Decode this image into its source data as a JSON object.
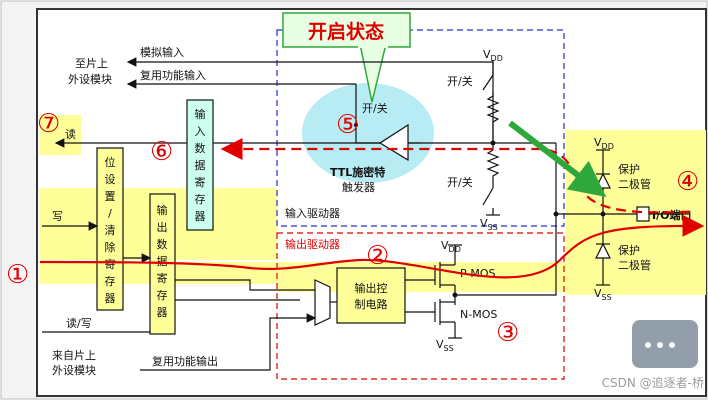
{
  "title_callout": "开启状态",
  "labels": {
    "chip_peripheral_top": [
      "至片上",
      "外设模块"
    ],
    "analog_input": "模拟输入",
    "alt_func_input": "复用功能输入",
    "read": "读",
    "write": "写",
    "read_write": "读/写",
    "chip_peripheral_bottom": [
      "来自片上",
      "外设模块"
    ],
    "alt_func_output": "复用功能输出",
    "input_data_reg": [
      "输",
      "入",
      "数",
      "据",
      "寄",
      "存",
      "器"
    ],
    "bit_set_clear_reg": [
      "位",
      "设",
      "置",
      "/",
      "清",
      "除",
      "寄",
      "存",
      "器"
    ],
    "output_data_reg": [
      "输",
      "出",
      "数",
      "据",
      "寄",
      "存",
      "器"
    ],
    "switch_ttl": "开/关",
    "ttl_trigger": [
      "TTL施密特",
      "触发器"
    ],
    "input_driver": "输入驱动器",
    "output_driver": "输出驱动器",
    "output_control": [
      "输出控",
      "制电路"
    ],
    "pmos": "P-MOS",
    "nmos": "N-MOS",
    "vdd": "V",
    "vdd_sub": "DD",
    "vss": "V",
    "vss_sub": "SS",
    "switch_top": "开/关",
    "switch_bottom": "开/关",
    "protect_diode_top": [
      "保护",
      "二极管"
    ],
    "protect_diode_bottom": [
      "保护",
      "二极管"
    ],
    "io_port": "I/O端口"
  },
  "markers": [
    "①",
    "②",
    "③",
    "④",
    "⑤",
    "⑥",
    "⑦"
  ],
  "watermark": "CSDN @追逐者-桥",
  "colors": {
    "yellow_path": "#ffff9a",
    "cyan_box": "#ccffee",
    "ellipse": "#b7ecf5",
    "red_line": "#e00000",
    "green_arrow": "#2ea83a",
    "blue_dashed": "#2030d0",
    "red_dashed": "#e00000",
    "callout_fill": "#e9ffe4",
    "callout_border": "#2ea83a"
  }
}
